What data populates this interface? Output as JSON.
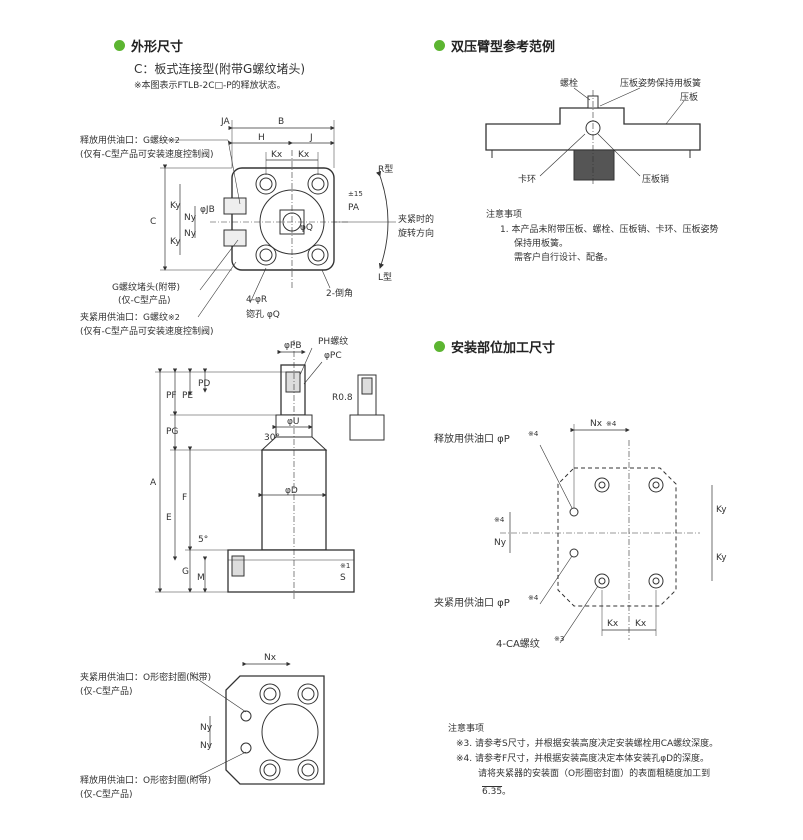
{
  "sections": {
    "outline": "外形尺寸",
    "example": "双压臂型参考范例",
    "mount": "安装部位加工尺寸"
  },
  "outline": {
    "type_title": "C：板式连接型(附带G螺纹堵头)",
    "type_note": "※本图表示FTLB-2C□-P的释放状态。",
    "release_port": "释放用供油口：G螺纹",
    "release_port_mark": "※2",
    "release_port_note": "(仅有-C型产品可安装速度控制阀)",
    "plug": "G螺纹堵头(附带)",
    "plug_note": "(仅-C型产品)",
    "clamp_port": "夹紧用供油口：G螺纹",
    "clamp_port_mark": "※2",
    "clamp_port_note": "(仅有-C型产品可安装速度控制阀)",
    "dims": {
      "JA": "JA",
      "B": "B",
      "H": "H",
      "J": "J",
      "Kx": "Kx",
      "C": "C",
      "Ky": "Ky",
      "Ny": "Ny",
      "JB": "φJB",
      "Q_hole": "φQ",
      "R_hole": "4-φR",
      "counterbore": "锪孔 φQ",
      "chamfer": "2-倒角",
      "PA": "PA",
      "PA_note": "±15",
      "R_type": "R型",
      "L_type": "L型",
      "rotation_a": "夹紧时的",
      "rotation_b": "旋转方向",
      "PB": "φPB",
      "PH": "PH螺纹",
      "PC": "φPC",
      "PD": "PD",
      "PE": "PE",
      "PF": "PF",
      "PG": "PG",
      "A": "A",
      "E": "E",
      "F": "F",
      "G": "G",
      "M": "M",
      "S": "S",
      "S_mark": "※1",
      "U": "φU",
      "D": "φD",
      "angle": "30°",
      "angle5": "5°",
      "R08": "R0.8"
    }
  },
  "bottom": {
    "clamp_port": "夹紧用供油口：O形密封圈(附带)",
    "clamp_note": "(仅-C型产品)",
    "release_port": "释放用供油口：O形密封圈(附带)",
    "release_note": "(仅-C型产品)",
    "Nx": "Nx",
    "Ny": "Ny"
  },
  "example": {
    "bolt": "螺栓",
    "spring": "压板姿势保持用板簧",
    "plate": "压板",
    "ring": "卡环",
    "pin": "压板销",
    "notes_title": "注意事项",
    "note1": "1. 本产品未附带压板、螺栓、压板销、卡环、压板姿势",
    "note1b": "保持用板簧。",
    "note1c": "需客户自行设计、配备。"
  },
  "mount": {
    "Nx": "Nx",
    "Nx_mark": "※4",
    "Ny": "Ny",
    "Ny_mark": "※4",
    "Ky": "Ky",
    "Kx": "Kx",
    "release_port": "释放用供油口 φP",
    "release_mark": "※4",
    "clamp_port": "夹紧用供油口 φP",
    "clamp_mark": "※4",
    "ca": "4-CA螺纹",
    "ca_mark": "※3",
    "notes_title": "注意事项",
    "n3_mark": "※3.",
    "n3": "请参考S尺寸，并根据安装高度决定安装螺栓用CA螺纹深度。",
    "n4_mark": "※4.",
    "n4": "请参考F尺寸，并根据安装高度决定本体安装孔φD的深度。",
    "n4b": "请将夹紧器的安装面（O形圈密封面）的表面粗糙度加工到",
    "rough": "6.35",
    "rough_tail": "。"
  },
  "colors": {
    "accent": "#5cb531",
    "line": "#333333",
    "body": "#3a3a3a"
  }
}
